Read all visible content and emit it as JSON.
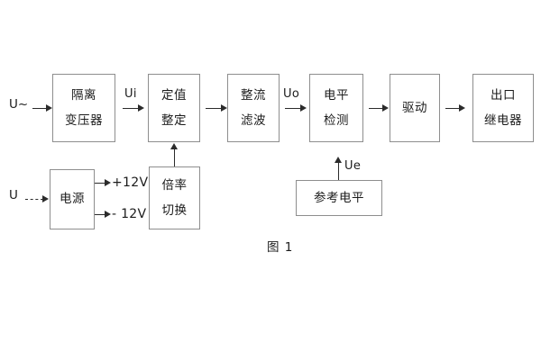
{
  "figure": {
    "caption": "图 1",
    "line_color": "#2b2b2b",
    "box_border_color": "#8e8e8e",
    "background": "#ffffff"
  },
  "inputs": [
    {
      "name": "ac-input",
      "label": "U~"
    },
    {
      "name": "dc-input",
      "label": "U"
    }
  ],
  "signal_chain": {
    "blocks": [
      {
        "id": "isolation-transformer",
        "lines": [
          "隔离",
          "变压器"
        ]
      },
      {
        "id": "setting-value",
        "lines": [
          "定值",
          "整定"
        ]
      },
      {
        "id": "rectify-filter",
        "lines": [
          "整流",
          "滤波"
        ]
      },
      {
        "id": "level-detection",
        "lines": [
          "电平",
          "检测"
        ]
      },
      {
        "id": "drive",
        "lines": [
          "驱动"
        ]
      },
      {
        "id": "output-relay",
        "lines": [
          "出口",
          "继电器"
        ]
      }
    ],
    "signal_labels": [
      {
        "id": "ui",
        "label": "Ui"
      },
      {
        "id": "uo",
        "label": "Uo"
      },
      {
        "id": "ue",
        "label": "Ue"
      }
    ]
  },
  "auxiliary": {
    "blocks": [
      {
        "id": "power-supply",
        "lines": [
          "电源"
        ]
      },
      {
        "id": "multiplier-switch",
        "lines": [
          "倍率",
          "切换"
        ]
      },
      {
        "id": "reference-level",
        "lines": [
          "参考电平"
        ]
      }
    ],
    "power_rails": [
      {
        "id": "rail-positive",
        "label": "+12V"
      },
      {
        "id": "rail-negative",
        "label": "- 12V"
      }
    ]
  }
}
